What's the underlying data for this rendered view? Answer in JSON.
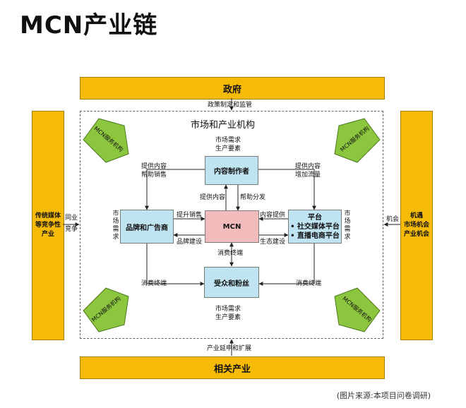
{
  "title": "MCN产业链",
  "top_bar": "政府",
  "bottom_bar": "相关产业",
  "left_bar": [
    "传统媒体",
    "等竞争性",
    "产业"
  ],
  "right_bar": [
    "机遇",
    "市场机会",
    "产业机会"
  ],
  "frame_title": "市场和产业机构",
  "labels": {
    "policy": "政策制定和监管",
    "extension": "产业延申和扩展",
    "competition": [
      "同业",
      "竞争"
    ],
    "opportunity": "机会",
    "market_demand_top": [
      "市场需求",
      "生产要素"
    ],
    "market_demand_bottom": [
      "市场需求",
      "生产要素"
    ],
    "market_demand_left": "市场需求",
    "market_demand_right": "市场需求",
    "provide_content_help_sales": [
      "提供内容",
      "帮助销售"
    ],
    "provide_content_add_traffic": [
      "提供内容",
      "增加流量"
    ],
    "provide_content": "提供内容",
    "help_distribute": "帮助分发",
    "improve_sales": "提升销售",
    "brand_building": "品牌建设",
    "content_provide": "内容提供",
    "eco_building": "生态建设",
    "consumer_terminal_mid": "消费终端",
    "consumer_terminal_left": "消费终端",
    "consumer_terminal_right": "消费终端"
  },
  "boxes": {
    "creator": "内容制作者",
    "mcn": "MCN",
    "brand": "品牌和广告商",
    "platform": [
      "平台",
      "• 社交媒体平台",
      "• 直播电商平台"
    ],
    "audience": "受众和粉丝"
  },
  "service_org": "MCN服务机构",
  "caption": "(图片来源:本项目问卷调研)",
  "colors": {
    "bar": "#f6bb06",
    "blue_box": "#bfe3f1",
    "mcn_box": "#f3bcbc",
    "service_green": "#8cc63f"
  }
}
